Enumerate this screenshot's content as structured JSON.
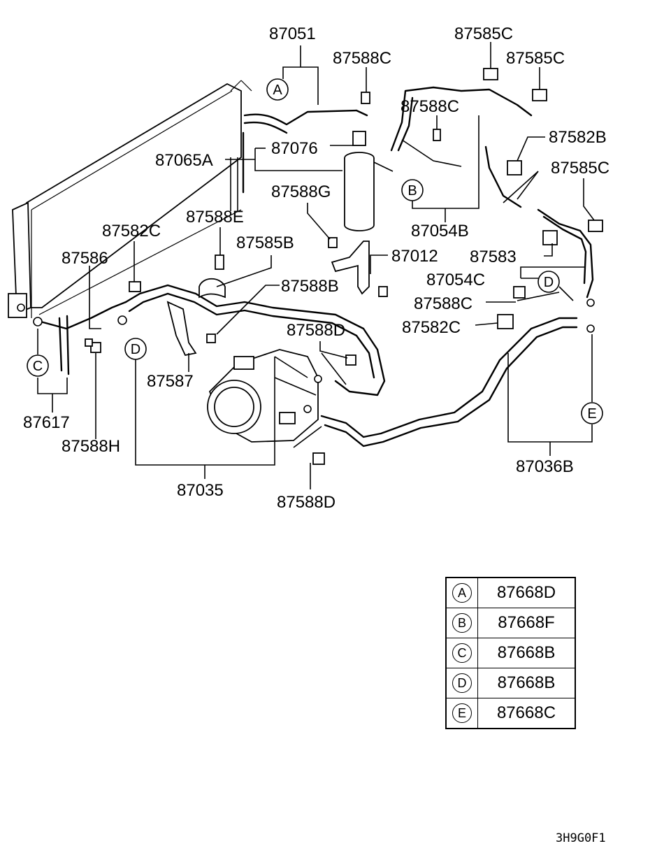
{
  "labels": {
    "p87051": "87051",
    "p87588C_a": "87588C",
    "p87585C_a": "87585C",
    "p87585C_b": "87585C",
    "p87588C_b": "87588C",
    "p87582B": "87582B",
    "p87585C_c": "87585C",
    "p87065A": "87065A",
    "p87076": "87076",
    "p87588G": "87588G",
    "p87588E": "87588E",
    "p87582C_a": "87582C",
    "p87585B": "87585B",
    "p87054B": "87054B",
    "p87012": "87012",
    "p87586": "87586",
    "p87583": "87583",
    "p87054C": "87054C",
    "p87588B": "87588B",
    "p87588C_c": "87588C",
    "p87582C_b": "87582C",
    "p87588D_a": "87588D",
    "p87587": "87587",
    "p87617": "87617",
    "p87588H": "87588H",
    "p87035": "87035",
    "p87588D_b": "87588D",
    "p87036B": "87036B"
  },
  "callouts": {
    "A": "A",
    "B": "B",
    "C": "C",
    "D1": "D",
    "D2": "D",
    "E": "E"
  },
  "legend": [
    {
      "key": "A",
      "value": "87668D"
    },
    {
      "key": "B",
      "value": "87668F"
    },
    {
      "key": "C",
      "value": "87668B"
    },
    {
      "key": "D",
      "value": "87668B"
    },
    {
      "key": "E",
      "value": "87668C"
    }
  ],
  "diagram_code": "3H9G0F1"
}
